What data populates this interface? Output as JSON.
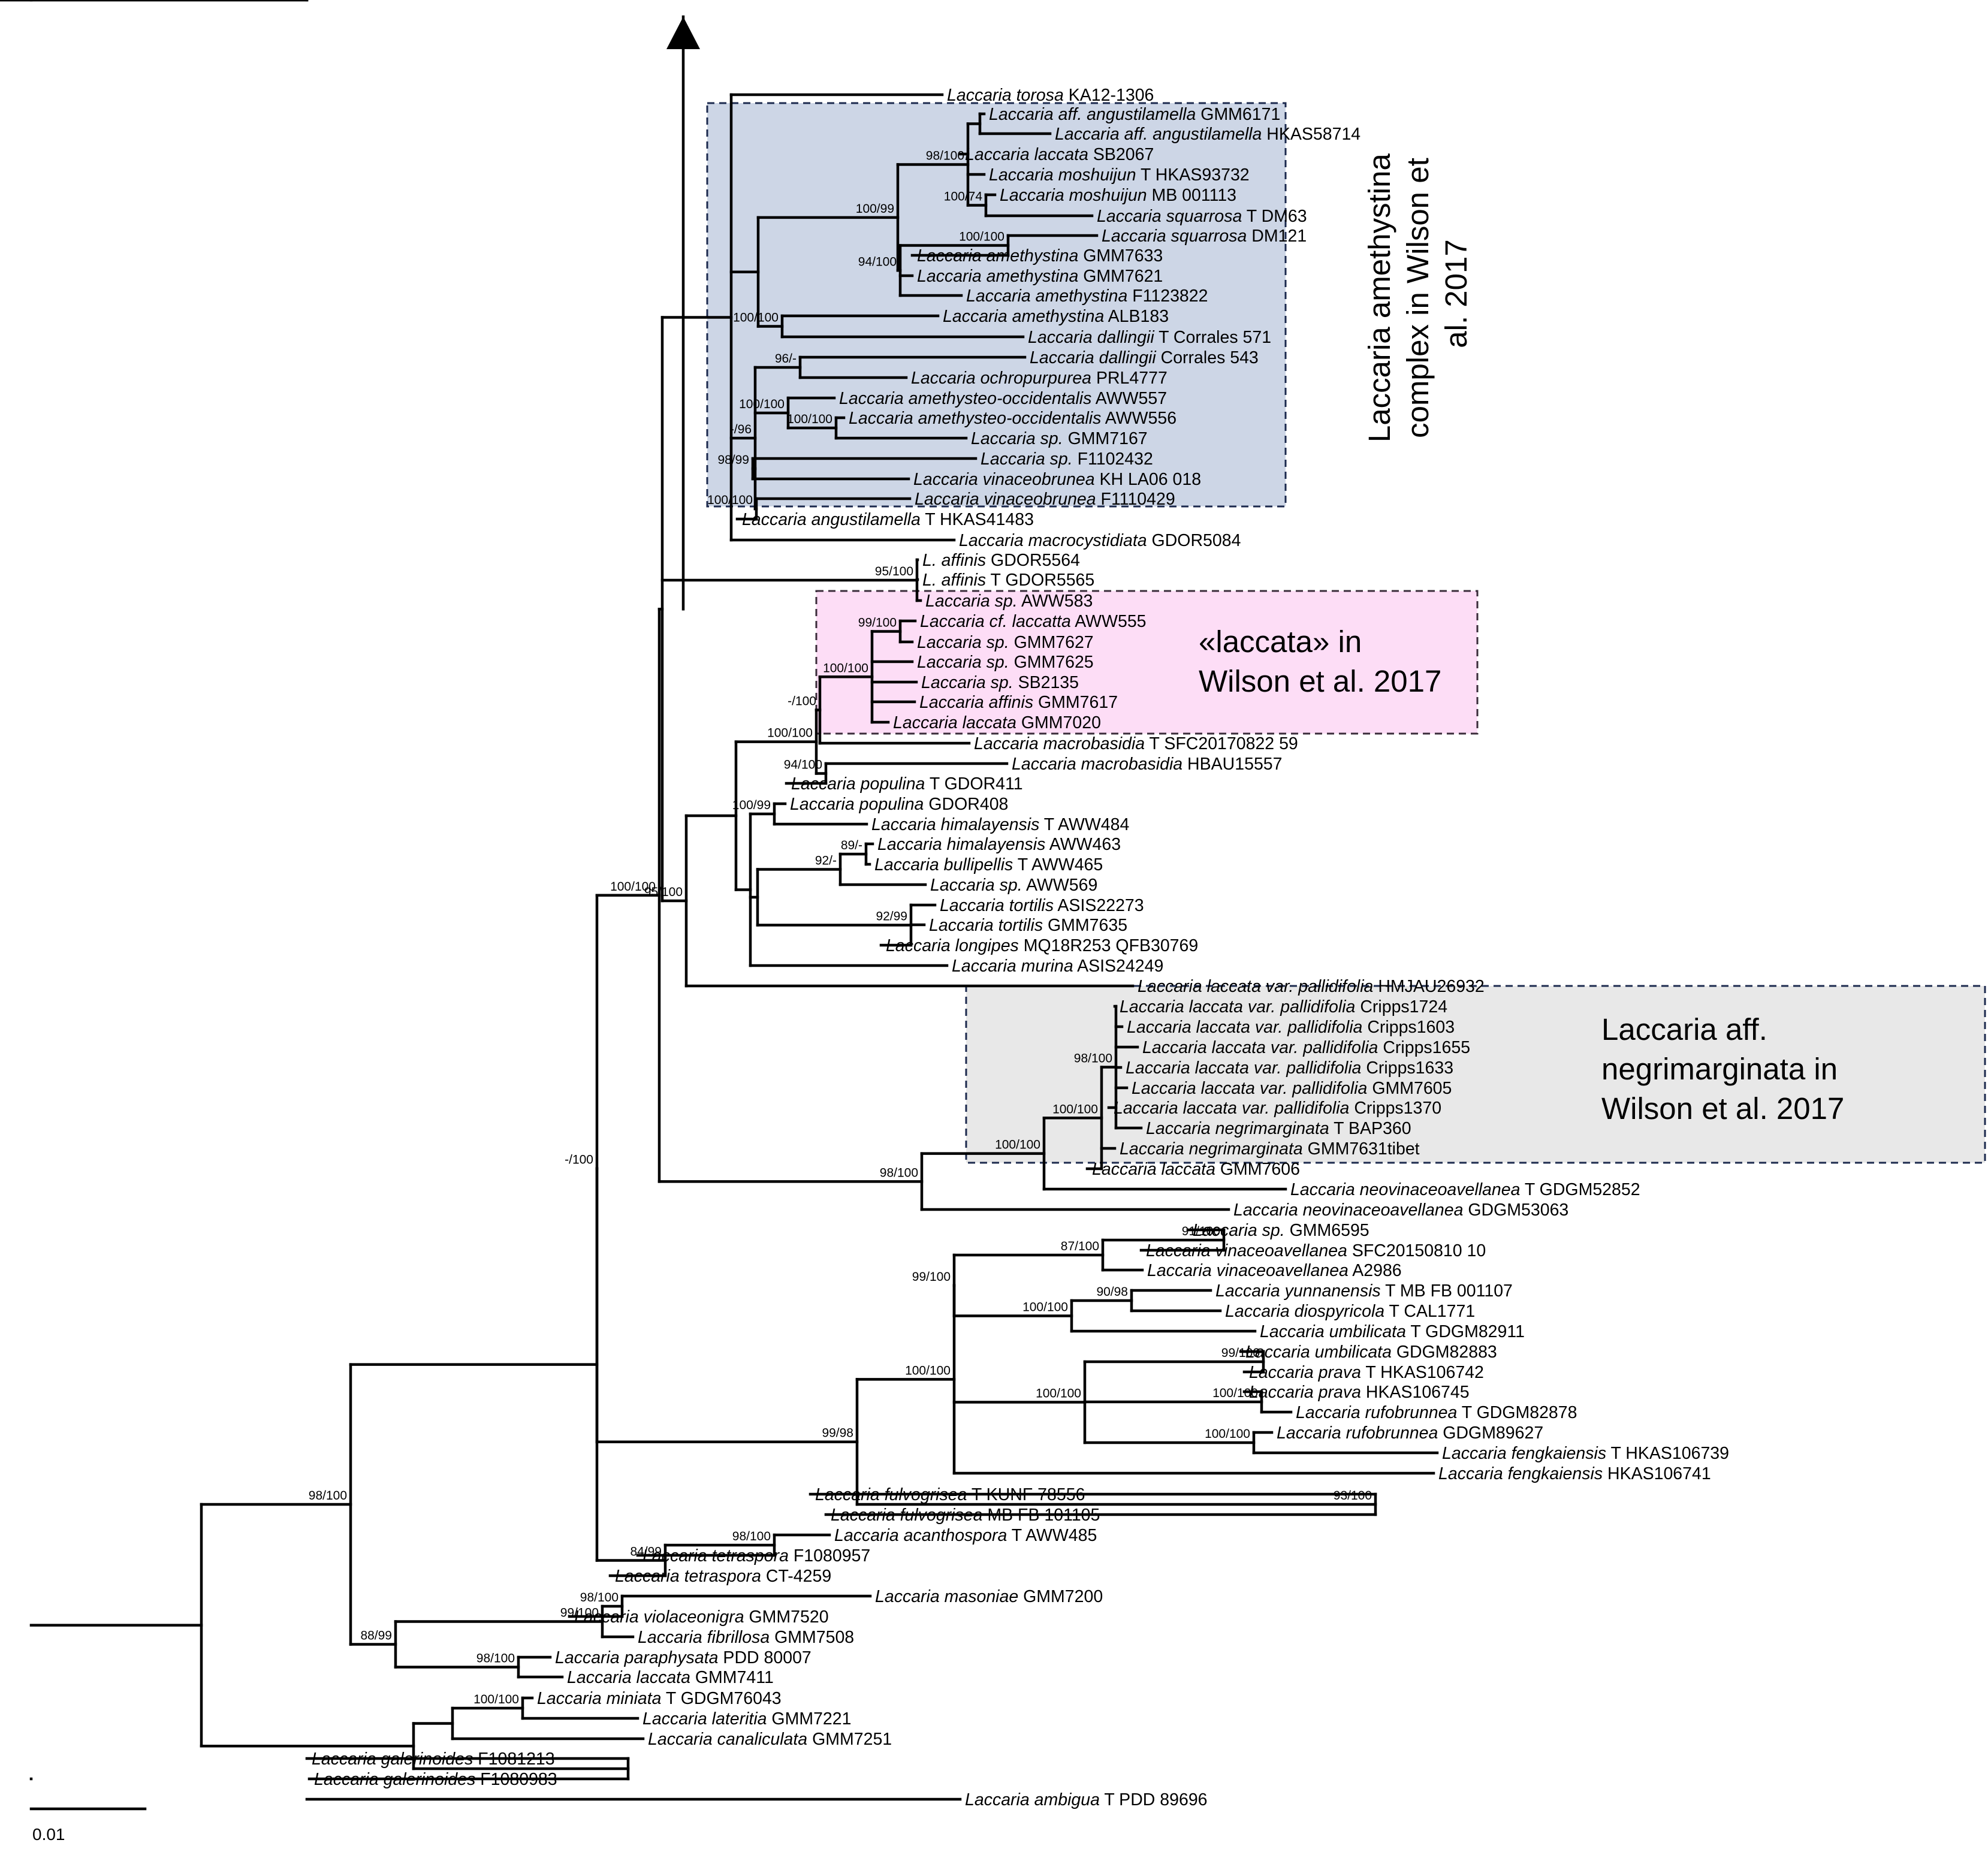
{
  "tree": {
    "support_values": [
      "100/74",
      "98/100",
      "100/100",
      "94/100",
      "100/99",
      "100/100",
      "96/-",
      "100/100",
      "100/100",
      "98/99",
      "100/100",
      "-/96",
      "95/100",
      "99/100",
      "100/100",
      "-/100",
      "94/100",
      "100/100",
      "100/99",
      "89/-",
      "92/-",
      "92/99",
      "95/100",
      "98/100",
      "100/100",
      "100/100",
      "98/100",
      "100/100",
      "91/100",
      "87/100",
      "90/98",
      "100/100",
      "99/100",
      "99/100",
      "100/100",
      "100/100",
      "100/100",
      "100/100",
      "93/100",
      "99/98",
      "-/100",
      "98/100",
      "84/99",
      "98/100",
      "98/100",
      "99/100",
      "98/100",
      "88/99",
      "100/100"
    ],
    "tips": [
      {
        "genus": "Laccaria",
        "epithet": "torosa",
        "suffix": "KA12-1306"
      },
      {
        "genus": "Laccaria",
        "epithet": "aff. angustilamella",
        "suffix": "GMM6171"
      },
      {
        "genus": "Laccaria",
        "epithet": "aff. angustilamella",
        "suffix": "HKAS58714"
      },
      {
        "genus": "Laccaria",
        "epithet": "laccata",
        "suffix": "SB2067"
      },
      {
        "genus": "Laccaria",
        "epithet": "moshuijun",
        "suffix": "T HKAS93732"
      },
      {
        "genus": "Laccaria",
        "epithet": "moshuijun",
        "suffix": "MB 001113"
      },
      {
        "genus": "Laccaria",
        "epithet": "squarrosa",
        "suffix": "T DM63"
      },
      {
        "genus": "Laccaria",
        "epithet": "squarrosa",
        "suffix": "DM121"
      },
      {
        "genus": "Laccaria",
        "epithet": "amethystina",
        "suffix": "GMM7633"
      },
      {
        "genus": "Laccaria",
        "epithet": "amethystina",
        "suffix": "GMM7621"
      },
      {
        "genus": "Laccaria",
        "epithet": "amethystina",
        "suffix": "F1123822"
      },
      {
        "genus": "Laccaria",
        "epithet": "amethystina",
        "suffix": "ALB183"
      },
      {
        "genus": "Laccaria",
        "epithet": "dallingii",
        "suffix": "T Corrales 571"
      },
      {
        "genus": "Laccaria",
        "epithet": "dallingii",
        "suffix": "Corrales 543"
      },
      {
        "genus": "Laccaria",
        "epithet": "ochropurpurea",
        "suffix": "PRL4777"
      },
      {
        "genus": "Laccaria",
        "epithet": "amethysteo-occidentalis",
        "suffix": "AWW557"
      },
      {
        "genus": "Laccaria",
        "epithet": "amethysteo-occidentalis",
        "suffix": "AWW556"
      },
      {
        "genus": "Laccaria",
        "epithet": "sp.",
        "suffix": "GMM7167"
      },
      {
        "genus": "Laccaria",
        "epithet": "sp.",
        "suffix": "F1102432"
      },
      {
        "genus": "Laccaria",
        "epithet": "vinaceobrunea",
        "suffix": "KH LA06 018"
      },
      {
        "genus": "Laccaria",
        "epithet": "vinaceobrunea",
        "suffix": "F1110429"
      },
      {
        "genus": "Laccaria",
        "epithet": "angustilamella",
        "suffix": "T HKAS41483"
      },
      {
        "genus": "Laccaria",
        "epithet": "macrocystidiata",
        "suffix": "GDOR5084"
      },
      {
        "genus": "L.",
        "epithet": "affinis",
        "suffix": "GDOR5564"
      },
      {
        "genus": "L.",
        "epithet": "affinis",
        "suffix": "T GDOR5565"
      },
      {
        "genus": "Laccaria",
        "epithet": "sp.",
        "suffix": "AWW583"
      },
      {
        "genus": "Laccaria",
        "epithet": "cf. laccatta",
        "suffix": "AWW555"
      },
      {
        "genus": "Laccaria",
        "epithet": "sp.",
        "suffix": "GMM7627"
      },
      {
        "genus": "Laccaria",
        "epithet": "sp.",
        "suffix": "GMM7625"
      },
      {
        "genus": "Laccaria",
        "epithet": "sp.",
        "suffix": "SB2135"
      },
      {
        "genus": "Laccaria",
        "epithet": "affinis",
        "suffix": "GMM7617"
      },
      {
        "genus": "Laccaria",
        "epithet": "laccata",
        "suffix": "GMM7020"
      },
      {
        "genus": "Laccaria",
        "epithet": "macrobasidia",
        "suffix": "T SFC20170822 59"
      },
      {
        "genus": "Laccaria",
        "epithet": "macrobasidia",
        "suffix": "HBAU15557"
      },
      {
        "genus": "Laccaria",
        "epithet": "populina",
        "suffix": "T GDOR411"
      },
      {
        "genus": "Laccaria",
        "epithet": "populina",
        "suffix": "GDOR408"
      },
      {
        "genus": "Laccaria",
        "epithet": "himalayensis",
        "suffix": "T AWW484"
      },
      {
        "genus": "Laccaria",
        "epithet": "himalayensis",
        "suffix": "AWW463"
      },
      {
        "genus": "Laccaria",
        "epithet": "bullipellis",
        "suffix": "T AWW465"
      },
      {
        "genus": "Laccaria",
        "epithet": "sp.",
        "suffix": "AWW569"
      },
      {
        "genus": "Laccaria",
        "epithet": "tortilis",
        "suffix": "ASIS22273"
      },
      {
        "genus": "Laccaria",
        "epithet": "tortilis",
        "suffix": "GMM7635"
      },
      {
        "genus": "Laccaria",
        "epithet": "longipes",
        "suffix": "MQ18R253 QFB30769"
      },
      {
        "genus": "Laccaria",
        "epithet": "murina",
        "suffix": "ASIS24249"
      },
      {
        "genus": "Laccaria",
        "epithet": "laccata var. pallidifolia",
        "suffix": "HMJAU26932"
      },
      {
        "genus": "Laccaria",
        "epithet": "laccata var. pallidifolia",
        "suffix": "Cripps1724"
      },
      {
        "genus": "Laccaria",
        "epithet": "laccata var. pallidifolia",
        "suffix": "Cripps1603"
      },
      {
        "genus": "Laccaria",
        "epithet": "laccata var. pallidifolia",
        "suffix": "Cripps1655"
      },
      {
        "genus": "Laccaria",
        "epithet": "laccata var. pallidifolia",
        "suffix": "Cripps1633"
      },
      {
        "genus": "Laccaria",
        "epithet": "laccata var. pallidifolia",
        "suffix": "GMM7605"
      },
      {
        "genus": "Laccaria",
        "epithet": "laccata var. pallidifolia",
        "suffix": "Cripps1370"
      },
      {
        "genus": "Laccaria",
        "epithet": "negrimarginata",
        "suffix": "T BAP360"
      },
      {
        "genus": "Laccaria",
        "epithet": "negrimarginata",
        "suffix": "GMM7631tibet"
      },
      {
        "genus": "Laccaria",
        "epithet": "laccata",
        "suffix": "GMM7606"
      },
      {
        "genus": "Laccaria",
        "epithet": "neovinaceoavellanea",
        "suffix": "T GDGM52852"
      },
      {
        "genus": "Laccaria",
        "epithet": "neovinaceoavellanea",
        "suffix": "GDGM53063"
      },
      {
        "genus": "Laccaria",
        "epithet": "sp.",
        "suffix": "GMM6595"
      },
      {
        "genus": "Laccaria",
        "epithet": "vinaceoavellanea",
        "suffix": "SFC20150810 10"
      },
      {
        "genus": "Laccaria",
        "epithet": "vinaceoavellanea",
        "suffix": "A2986"
      },
      {
        "genus": "Laccaria",
        "epithet": "yunnanensis",
        "suffix": "T MB FB 001107"
      },
      {
        "genus": "Laccaria",
        "epithet": "diospyricola",
        "suffix": "T CAL1771"
      },
      {
        "genus": "Laccaria",
        "epithet": "umbilicata",
        "suffix": "T GDGM82911"
      },
      {
        "genus": "Laccaria",
        "epithet": "umbilicata",
        "suffix": "GDGM82883"
      },
      {
        "genus": "Laccaria",
        "epithet": "prava",
        "suffix": "T HKAS106742"
      },
      {
        "genus": "Laccaria",
        "epithet": "prava",
        "suffix": "HKAS106745"
      },
      {
        "genus": "Laccaria",
        "epithet": "rufobrunnea",
        "suffix": "T GDGM82878"
      },
      {
        "genus": "Laccaria",
        "epithet": "rufobrunnea",
        "suffix": "GDGM89627"
      },
      {
        "genus": "Laccaria",
        "epithet": "fengkaiensis",
        "suffix": "T HKAS106739"
      },
      {
        "genus": "Laccaria",
        "epithet": "fengkaiensis",
        "suffix": "HKAS106741"
      },
      {
        "genus": "Laccaria",
        "epithet": "fulvogrisea",
        "suffix": "T KUNF 78556"
      },
      {
        "genus": "Laccaria",
        "epithet": "fulvogrisea",
        "suffix": "MB FB 101105"
      },
      {
        "genus": "Laccaria",
        "epithet": "acanthospora",
        "suffix": "T AWW485"
      },
      {
        "genus": "Laccaria",
        "epithet": "tetraspora",
        "suffix": "F1080957"
      },
      {
        "genus": "Laccaria",
        "epithet": "tetraspora",
        "suffix": "CT-4259"
      },
      {
        "genus": "Laccaria",
        "epithet": "masoniae",
        "suffix": "GMM7200"
      },
      {
        "genus": "Laccaria",
        "epithet": "violaceonigra",
        "suffix": "GMM7520"
      },
      {
        "genus": "Laccaria",
        "epithet": "fibrillosa",
        "suffix": "GMM7508"
      },
      {
        "genus": "Laccaria",
        "epithet": "paraphysata",
        "suffix": "PDD 80007"
      },
      {
        "genus": "Laccaria",
        "epithet": "laccata",
        "suffix": "GMM7411"
      },
      {
        "genus": "Laccaria",
        "epithet": "miniata",
        "suffix": "T GDGM76043"
      },
      {
        "genus": "Laccaria",
        "epithet": "lateritia",
        "suffix": "GMM7221"
      },
      {
        "genus": "Laccaria",
        "epithet": "canaliculata",
        "suffix": "GMM7251"
      },
      {
        "genus": "Laccaria",
        "epithet": "galerinoides",
        "suffix": "F1081213"
      },
      {
        "genus": "Laccaria",
        "epithet": "galerinoides",
        "suffix": "F1080983"
      },
      {
        "genus": "Laccaria",
        "epithet": "ambigua",
        "suffix": "T PDD 89696"
      }
    ],
    "clades": [
      {
        "id": "amethystina",
        "title_lines": [
          "Laccaria amethystina",
          "complex  in Wilson et",
          "al. 2017"
        ],
        "fill": "#cdd6e6",
        "border": "#1c2a4e"
      },
      {
        "id": "laccata",
        "title_lines": [
          "«laccata» in",
          "Wilson et al. 2017"
        ],
        "fill": "#fdddf6",
        "border": "#3a2c3a"
      },
      {
        "id": "negrimarginata",
        "title_lines": [
          "Laccaria aff.",
          "negrimarginata in",
          "Wilson et al. 2017"
        ],
        "fill": "#e8e8e8",
        "border": "#1c2a4e"
      }
    ],
    "scale_bar": {
      "label": "0.01",
      "length": 0.01
    },
    "colors": {
      "branch": "#000000",
      "text": "#000000"
    }
  }
}
